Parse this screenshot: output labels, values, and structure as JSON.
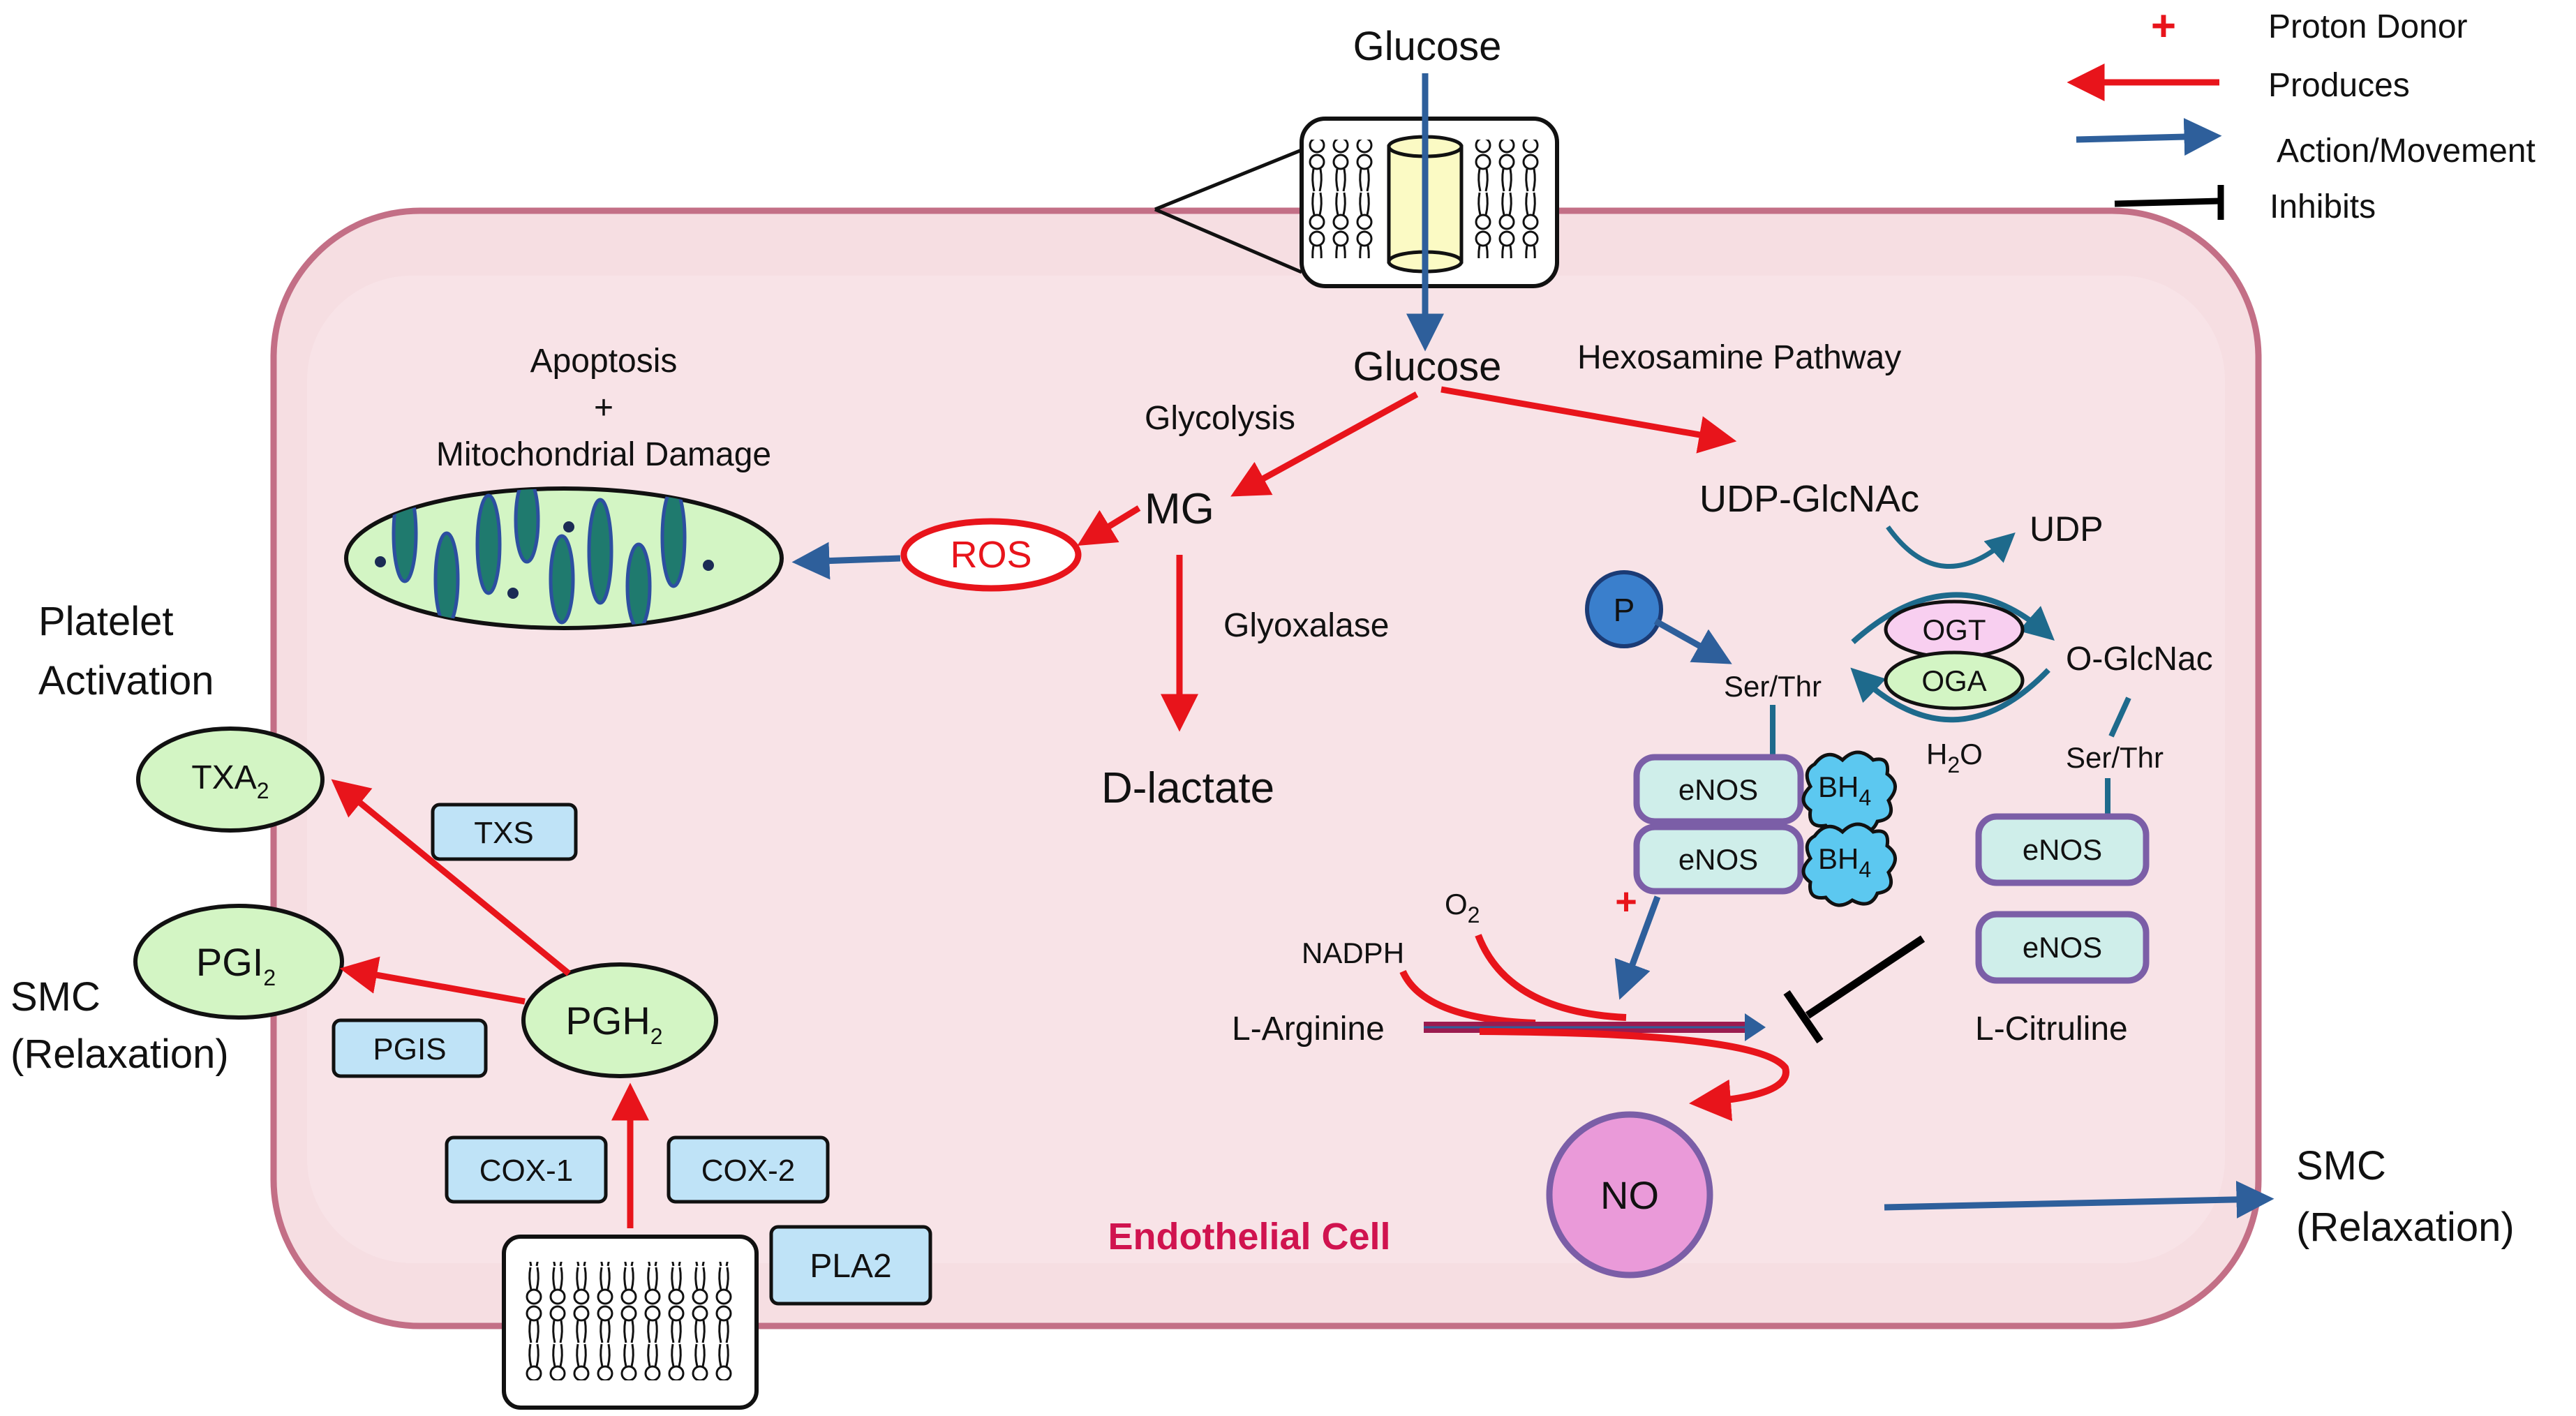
{
  "legend": {
    "proton_donor": "Proton Donor",
    "produces": "Produces",
    "action_movement": "Action/Movement",
    "inhibits": "Inhibits"
  },
  "colors": {
    "produces": "#e8141b",
    "action": "#2e5f9b",
    "inhibits": "#000000",
    "cell_fill": "#f6dee2",
    "cell_border": "#c36f86",
    "enzyme_box": "#bfe3f7",
    "product_ellipse": "#d3f5c4",
    "enos_box": "#cfeeea",
    "enos_border": "#7b5ea7",
    "bh4": "#5cc8f0",
    "no_fill": "#ea9ad9",
    "ogt_fill": "#f8cff0",
    "oga_fill": "#d3f5c4"
  },
  "labels": {
    "glucose_outside": "Glucose",
    "glucose_inside": "Glucose",
    "hexosamine": "Hexosamine Pathway",
    "glycolysis": "Glycolysis",
    "mg": "MG",
    "ros": "ROS",
    "apoptosis": "Apoptosis",
    "plus": "+",
    "mito_damage": "Mitochondrial Damage",
    "glyoxalase": "Glyoxalase",
    "d_lactate": "D-lactate",
    "udp_glcnac": "UDP-GlcNAc",
    "udp": "UDP",
    "p": "P",
    "ser_thr_left": "Ser/Thr",
    "ser_thr_right": "Ser/Thr",
    "ogt": "OGT",
    "oga": "OGA",
    "o_glcnac": "O-GlcNac",
    "h2o": "H",
    "h2o_sub": "2",
    "h2o_tail": "O",
    "enos1": "eNOS",
    "enos2": "eNOS",
    "enos3": "eNOS",
    "enos4": "eNOS",
    "bh": "BH",
    "bh_sub": "4",
    "o2": "O",
    "o2_sub": "2",
    "proton_plus": "+",
    "nadph": "NADPH",
    "l_arginine": "L-Arginine",
    "l_citruline": "L-Citruline",
    "no": "NO",
    "endothelial": "Endothelial Cell",
    "smc_right": "SMC",
    "smc_right_2": "(Relaxation)",
    "platelet": "Platelet",
    "activation": "Activation",
    "txa": "TXA",
    "txa_sub": "2",
    "pgi": "PGI",
    "pgi_sub": "2",
    "pgh": "PGH",
    "pgh_sub": "2",
    "smc_left": "SMC",
    "smc_left_2": "(Relaxation)",
    "txs": "TXS",
    "pgis": "PGIS",
    "cox1": "COX-1",
    "cox2": "COX-2",
    "pla2": "PLA2"
  }
}
